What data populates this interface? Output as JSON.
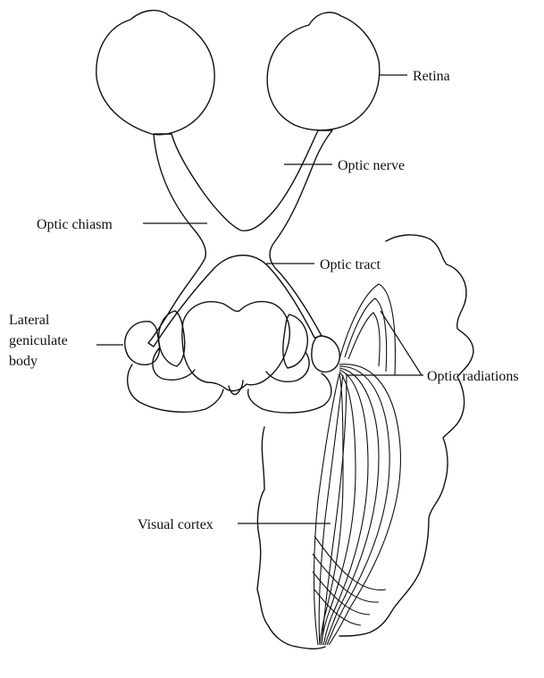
{
  "labels": {
    "retina": "Retina",
    "optic_nerve": "Optic nerve",
    "optic_chiasm": "Optic chiasm",
    "optic_tract": "Optic tract",
    "lateral_geniculate_body": [
      "Lateral",
      "geniculate",
      "body"
    ],
    "optic_radiations": "Optic radiations",
    "visual_cortex": "Visual cortex"
  }
}
